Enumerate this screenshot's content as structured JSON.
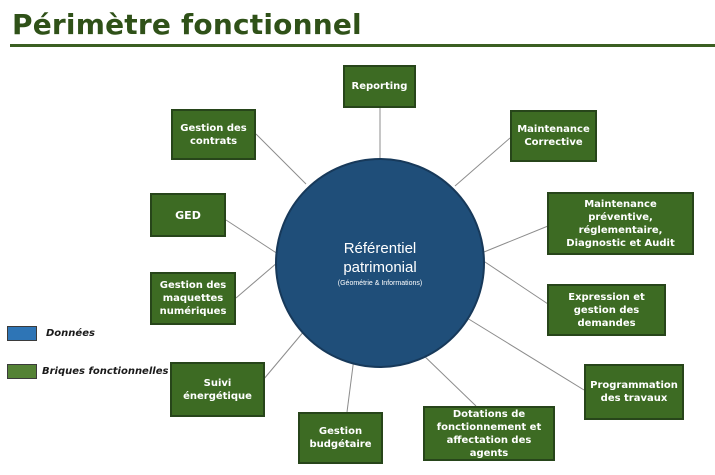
{
  "page_title": "Périmètre fonctionnel",
  "hub": {
    "title": "Référentiel patrimonial",
    "subtitle": "(Géométrie & Informations)",
    "color": "#1f4e79"
  },
  "bricks": [
    {
      "id": "reporting",
      "label": "Reporting"
    },
    {
      "id": "maintenance-corrective",
      "label": "Maintenance Corrective"
    },
    {
      "id": "maintenance-preventive",
      "label": "Maintenance préventive, réglementaire, Diagnostic et Audit"
    },
    {
      "id": "expression-demandes",
      "label": "Expression et gestion des demandes"
    },
    {
      "id": "programmation-travaux",
      "label": "Programmation des travaux"
    },
    {
      "id": "dotations-fonctionnement",
      "label": "Dotations de fonctionnement et affectation des agents"
    },
    {
      "id": "gestion-budgetaire",
      "label": "Gestion budgétaire"
    },
    {
      "id": "suivi-energetique",
      "label": "Suivi énergétique"
    },
    {
      "id": "gestion-maquettes",
      "label": "Gestion des maquettes numériques"
    },
    {
      "id": "ged",
      "label": "GED"
    },
    {
      "id": "gestion-contrats",
      "label": "Gestion des contrats"
    }
  ],
  "legend": [
    {
      "label": "Données",
      "color": "#2e75b6"
    },
    {
      "label": "Briques fonctionnelles",
      "color": "#548235"
    }
  ]
}
